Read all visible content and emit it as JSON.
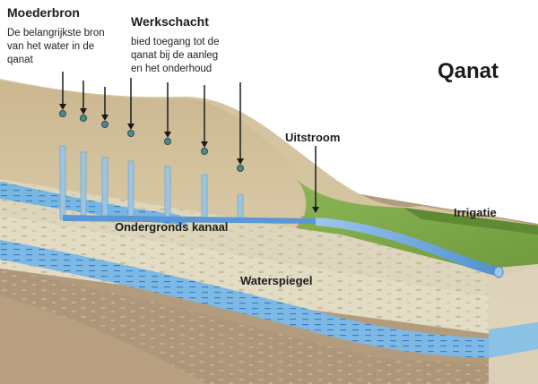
{
  "diagram": {
    "title": "Qanat",
    "labels": {
      "mother_well": "Moederbron",
      "mother_well_desc": "De belangrijkste bron\nvan het water in de\nqanat",
      "shaft": "Werkschacht",
      "shaft_desc": "bied toegang tot de\nqanat bij de aanleg\nen het onderhoud",
      "outflow": "Uitstroom",
      "irrigation": "Irrigatie",
      "canal": "Ondergronds kanaal",
      "water_table": "Waterspiegel"
    },
    "colors": {
      "surface_soil": "#c9b48e",
      "hill_slope": "#d9c9a3",
      "green_field": "#7fa84a",
      "dark_green": "#5e8a33",
      "aquifer": "#6fb0de",
      "deep_earth": "#b79f80",
      "strata": "#ddd6bd",
      "canal": "#5b97d4"
    }
  }
}
